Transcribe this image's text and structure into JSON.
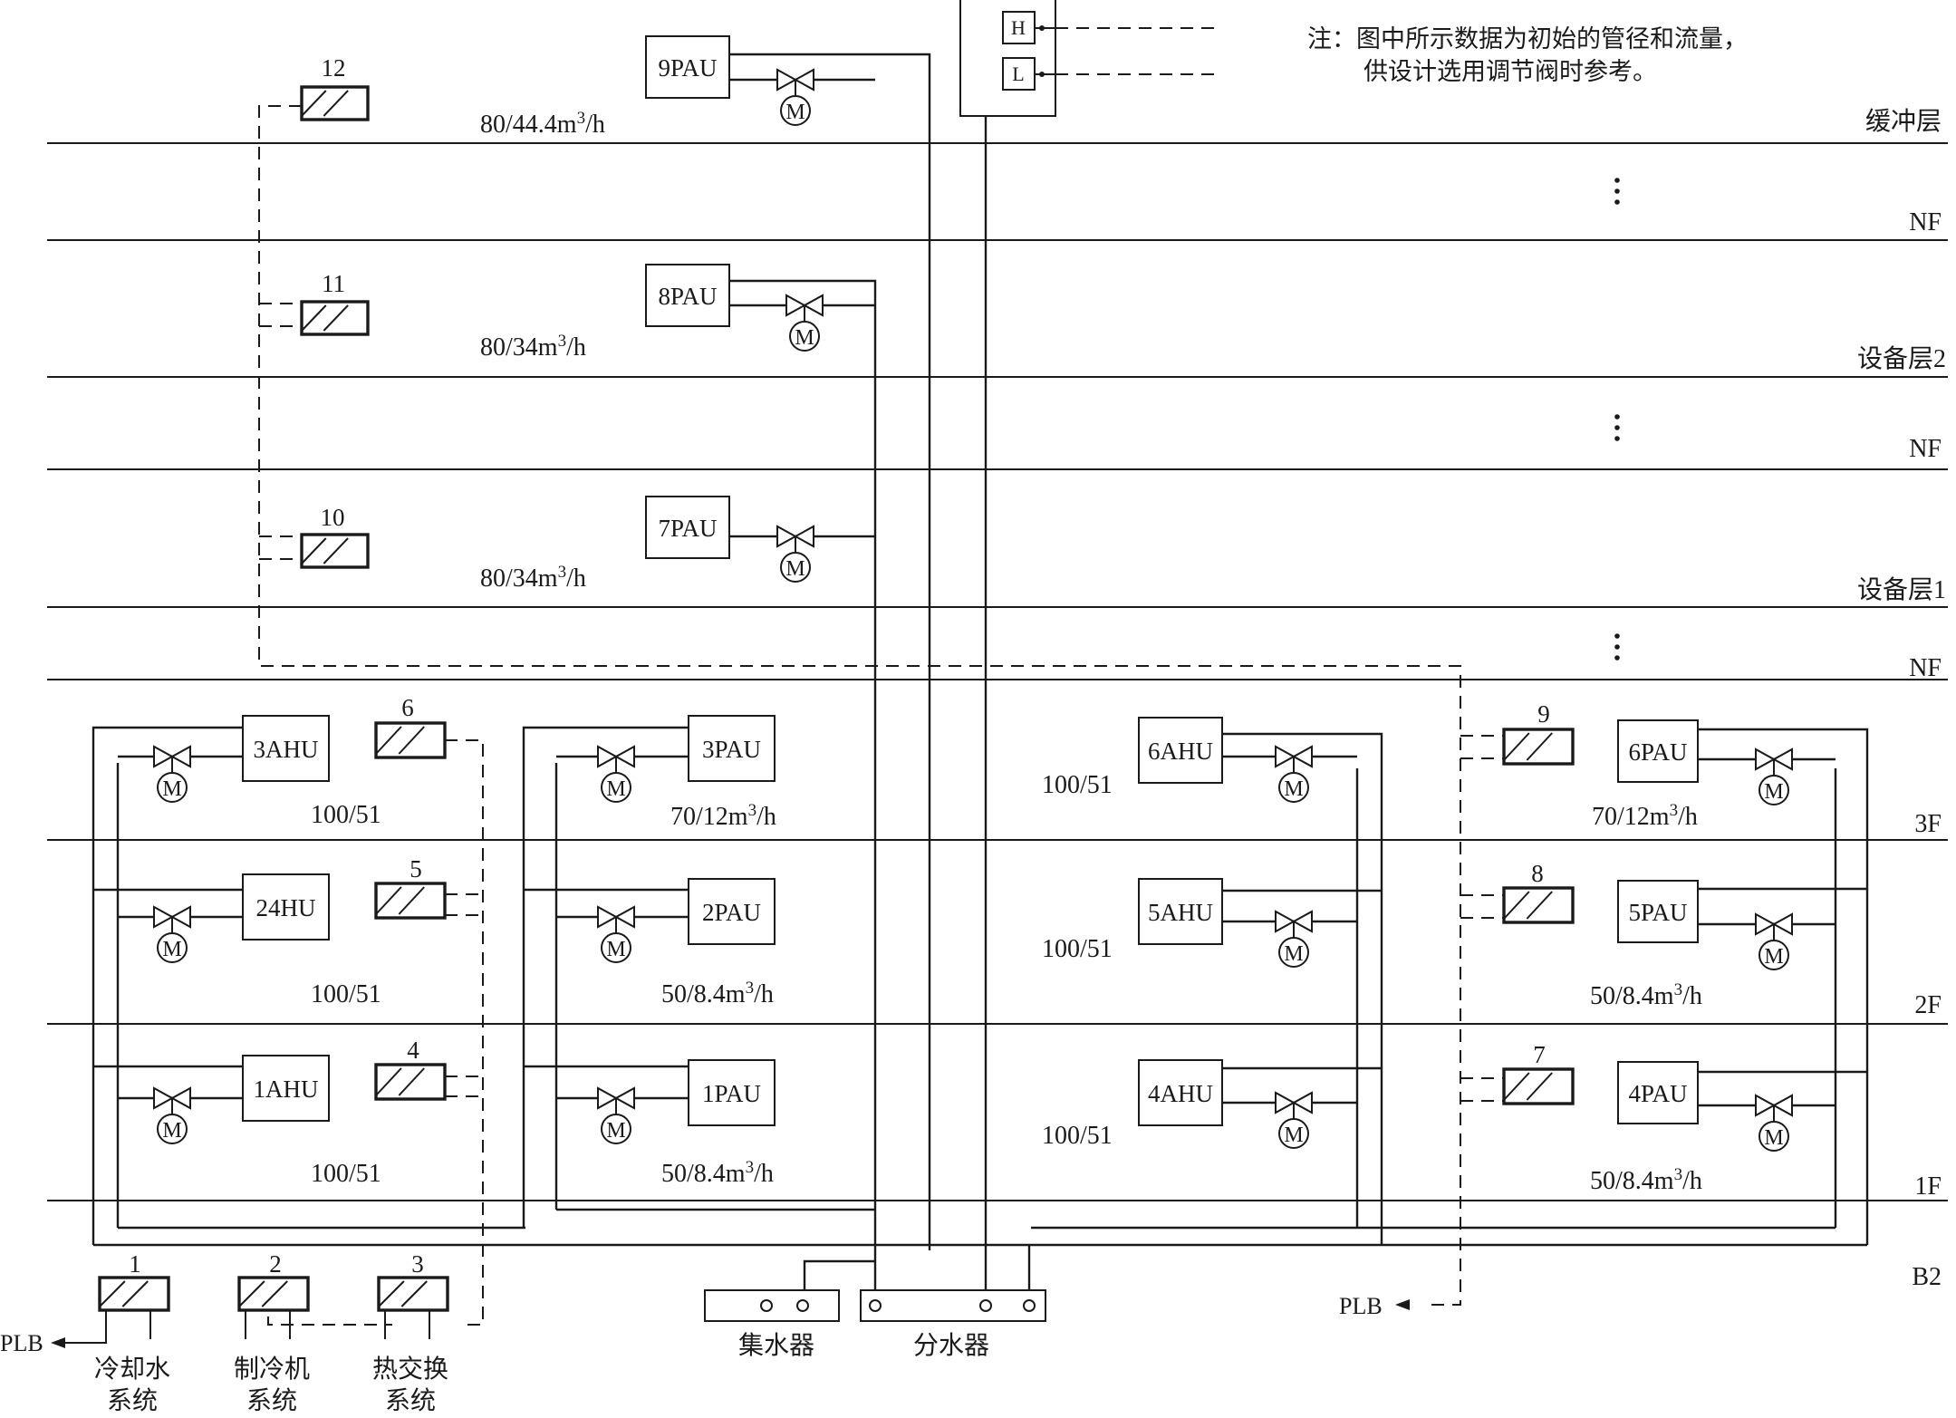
{
  "note": {
    "line1": "注：图中所示数据为初始的管径和流量，",
    "line2": "供设计选用调节阀时参考。"
  },
  "control": {
    "high": "H",
    "low": "L"
  },
  "floors": [
    {
      "id": "buffer",
      "label": "缓冲层"
    },
    {
      "id": "nf-top",
      "label": "NF"
    },
    {
      "id": "equip2",
      "label": "设备层2"
    },
    {
      "id": "nf-mid",
      "label": "NF"
    },
    {
      "id": "equip1",
      "label": "设备层1"
    },
    {
      "id": "nf-low",
      "label": "NF"
    },
    {
      "id": "f3",
      "label": "3F"
    },
    {
      "id": "f2",
      "label": "2F"
    },
    {
      "id": "f1",
      "label": "1F"
    },
    {
      "id": "b2",
      "label": "B2"
    }
  ],
  "units": [
    {
      "id": "9PAU",
      "label": "9PAU"
    },
    {
      "id": "8PAU",
      "label": "8PAU"
    },
    {
      "id": "7PAU",
      "label": "7PAU"
    },
    {
      "id": "3AHU",
      "label": "3AHU"
    },
    {
      "id": "2AHU",
      "label": "24HU"
    },
    {
      "id": "1AHU",
      "label": "1AHU"
    },
    {
      "id": "3PAU",
      "label": "3PAU"
    },
    {
      "id": "2PAU",
      "label": "2PAU"
    },
    {
      "id": "1PAU",
      "label": "1PAU"
    },
    {
      "id": "6AHU",
      "label": "6AHU"
    },
    {
      "id": "5AHU",
      "label": "5AHU"
    },
    {
      "id": "4AHU",
      "label": "4AHU"
    },
    {
      "id": "6PAU",
      "label": "6PAU"
    },
    {
      "id": "5PAU",
      "label": "5PAU"
    },
    {
      "id": "4PAU",
      "label": "4PAU"
    }
  ],
  "flows": [
    {
      "id": "9PAU",
      "text": "80/44.4m",
      "sup": "3",
      "tail": "/h"
    },
    {
      "id": "8PAU",
      "text": "80/34m",
      "sup": "3",
      "tail": "/h"
    },
    {
      "id": "7PAU",
      "text": "80/34m",
      "sup": "3",
      "tail": "/h"
    },
    {
      "id": "3AHU",
      "text": "100/51",
      "sup": "",
      "tail": ""
    },
    {
      "id": "2AHU",
      "text": "100/51",
      "sup": "",
      "tail": ""
    },
    {
      "id": "1AHU",
      "text": "100/51",
      "sup": "",
      "tail": ""
    },
    {
      "id": "3PAU",
      "text": "70/12m",
      "sup": "3",
      "tail": "/h"
    },
    {
      "id": "2PAU",
      "text": "50/8.4m",
      "sup": "3",
      "tail": "/h"
    },
    {
      "id": "1PAU",
      "text": "50/8.4m",
      "sup": "3",
      "tail": "/h"
    },
    {
      "id": "6AHU",
      "text": "100/51",
      "sup": "",
      "tail": ""
    },
    {
      "id": "5AHU",
      "text": "100/51",
      "sup": "",
      "tail": ""
    },
    {
      "id": "4AHU",
      "text": "100/51",
      "sup": "",
      "tail": ""
    },
    {
      "id": "6PAU",
      "text": "70/12m",
      "sup": "3",
      "tail": "/h"
    },
    {
      "id": "5PAU",
      "text": "50/8.4m",
      "sup": "3",
      "tail": "/h"
    },
    {
      "id": "4PAU",
      "text": "50/8.4m",
      "sup": "3",
      "tail": "/h"
    }
  ],
  "motor_symbol": "M",
  "panels": [
    {
      "id": "p1",
      "number": "1"
    },
    {
      "id": "p2",
      "number": "2"
    },
    {
      "id": "p3",
      "number": "3"
    },
    {
      "id": "p4",
      "number": "4"
    },
    {
      "id": "p5",
      "number": "5"
    },
    {
      "id": "p6",
      "number": "6"
    },
    {
      "id": "p7",
      "number": "7"
    },
    {
      "id": "p8",
      "number": "8"
    },
    {
      "id": "p9",
      "number": "9"
    },
    {
      "id": "p10",
      "number": "10"
    },
    {
      "id": "p11",
      "number": "11"
    },
    {
      "id": "p12",
      "number": "12"
    }
  ],
  "systems": [
    {
      "id": "cooling",
      "line1": "冷却水",
      "line2": "系统"
    },
    {
      "id": "chiller",
      "line1": "制冷机",
      "line2": "系统"
    },
    {
      "id": "heat",
      "line1": "热交换",
      "line2": "系统"
    }
  ],
  "headers": {
    "return": "集水器",
    "supply": "分水器"
  },
  "plb": {
    "left": "PLB",
    "right": "PLB"
  }
}
